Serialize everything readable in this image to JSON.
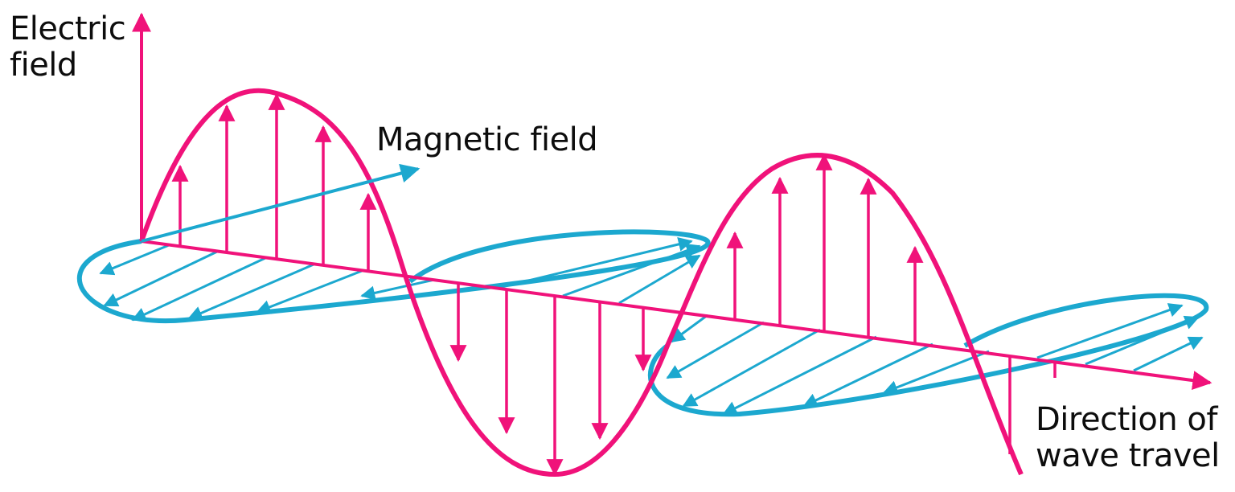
{
  "labels": {
    "electric_line1": "Electric",
    "electric_line2": "field",
    "magnetic": "Magnetic field",
    "direction_line1": "Direction of",
    "direction_line2": "wave travel"
  },
  "colors": {
    "electric": "#f0127a",
    "magnetic": "#1ca8cf",
    "text": "#0d0d0d",
    "background": "#ffffff"
  }
}
